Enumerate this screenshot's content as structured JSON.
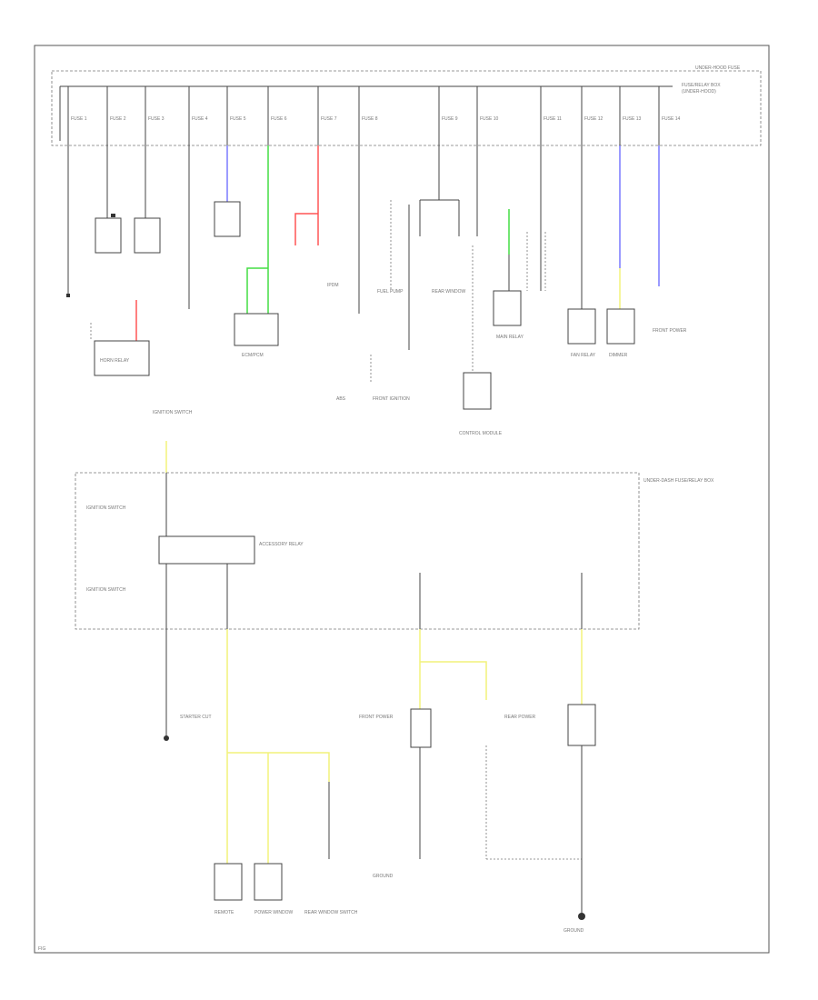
{
  "header": {
    "right_label": "UNDER-HOOD FUSE",
    "right_note": "FUSE/RELAY BOX",
    "right_note2": "(UNDER-HOOD)"
  },
  "fuses": [
    {
      "label": "FUSE 1"
    },
    {
      "label": "FUSE 2"
    },
    {
      "label": "FUSE 3"
    },
    {
      "label": "FUSE 4"
    },
    {
      "label": "FUSE 5"
    },
    {
      "label": "FUSE 6"
    },
    {
      "label": "FUSE 7"
    },
    {
      "label": "FUSE 8"
    },
    {
      "label": "FUSE 9"
    },
    {
      "label": "FUSE 10"
    },
    {
      "label": "FUSE 11"
    },
    {
      "label": "FUSE 12"
    },
    {
      "label": "FUSE 13"
    },
    {
      "label": "FUSE 14"
    }
  ],
  "components": {
    "horn_relay": "HORN RELAY",
    "ecm_pcm": "ECM/PCM",
    "ipdm": "IPDM",
    "fuel_pump": "FUEL PUMP",
    "rear_window": "REAR WINDOW",
    "ignition": "IGNITION SWITCH",
    "control_module": "CONTROL MODULE",
    "main_relay": "MAIN RELAY",
    "fan_relay": "FAN RELAY",
    "dimmer": "DIMMER",
    "abs": "ABS",
    "front_ignition": "FRONT IGNITION",
    "ignition_switch_label": "IGNITION SWITCH",
    "under_dash": "UNDER-DASH FUSE/RELAY BOX",
    "accessory_relay": "ACCESSORY RELAY",
    "front_power": "FRONT POWER",
    "rear_power": "REAR POWER",
    "starter_cut": "STARTER CUT",
    "power_window": "POWER WINDOW",
    "remote": "REMOTE",
    "rear_window_switch": "REAR WINDOW SWITCH",
    "ground": "GROUND",
    "page_mark": "FIG"
  },
  "colors": {
    "blue": "#7a7aff",
    "green": "#44dd44",
    "red": "#ff5555",
    "yellow": "#f2f27a",
    "wire": "#444444"
  }
}
